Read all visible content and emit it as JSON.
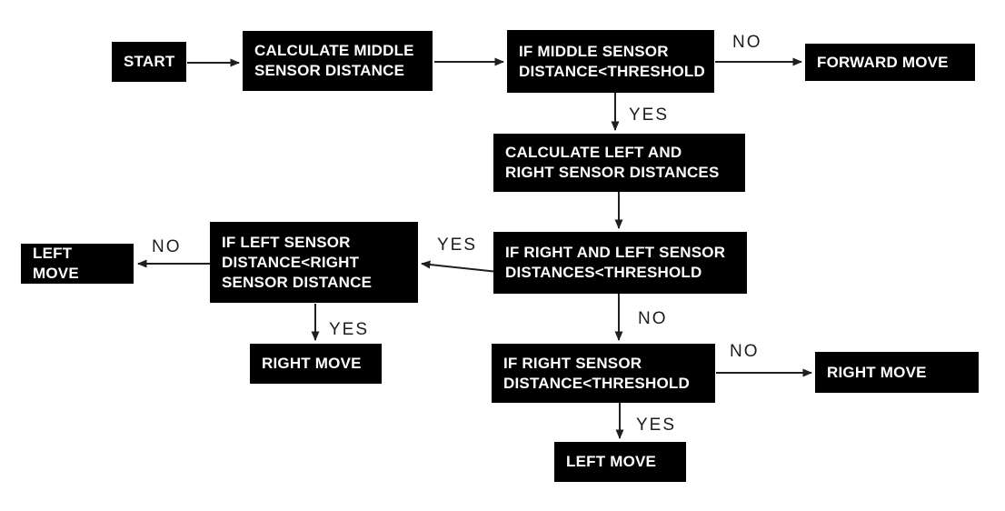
{
  "diagram": {
    "type": "flowchart",
    "colors": {
      "background": "#ffffff",
      "node_fill": "#000000",
      "node_text": "#ffffff",
      "arrow": "#1f1f1f",
      "edge_label_text": "#1c1c1c"
    },
    "nodes": [
      {
        "id": "start",
        "label": "START"
      },
      {
        "id": "calc-middle",
        "label": "CALCULATE MIDDLE SENSOR DISTANCE"
      },
      {
        "id": "if-middle",
        "label": "IF MIDDLE SENSOR DISTANCE<THRESHOLD"
      },
      {
        "id": "forward-move",
        "label": "FORWARD MOVE"
      },
      {
        "id": "calc-left-right",
        "label": "CALCULATE LEFT AND RIGHT SENSOR DISTANCES"
      },
      {
        "id": "if-right-and-left",
        "label": "IF RIGHT AND LEFT SENSOR DISTANCES<THRESHOLD"
      },
      {
        "id": "if-left-lt-right",
        "label": "IF LEFT SENSOR DISTANCE<RIGHT SENSOR DISTANCE"
      },
      {
        "id": "left-move-west",
        "label": "LEFT MOVE"
      },
      {
        "id": "right-move-west",
        "label": "RIGHT MOVE"
      },
      {
        "id": "if-right-sensor",
        "label": "IF RIGHT SENSOR DISTANCE<THRESHOLD"
      },
      {
        "id": "right-move-east",
        "label": "RIGHT MOVE"
      },
      {
        "id": "left-move-south",
        "label": "LEFT MOVE"
      }
    ],
    "edge_labels": [
      {
        "id": "middle-no",
        "text": "NO"
      },
      {
        "id": "middle-yes",
        "text": "YES"
      },
      {
        "id": "rl-threshold-yes",
        "text": "YES"
      },
      {
        "id": "rl-threshold-no",
        "text": "NO"
      },
      {
        "id": "left-lt-right-no",
        "text": "NO"
      },
      {
        "id": "left-lt-right-yes",
        "text": "YES"
      },
      {
        "id": "right-sensor-no",
        "text": "NO"
      },
      {
        "id": "right-sensor-yes",
        "text": "YES"
      }
    ]
  }
}
